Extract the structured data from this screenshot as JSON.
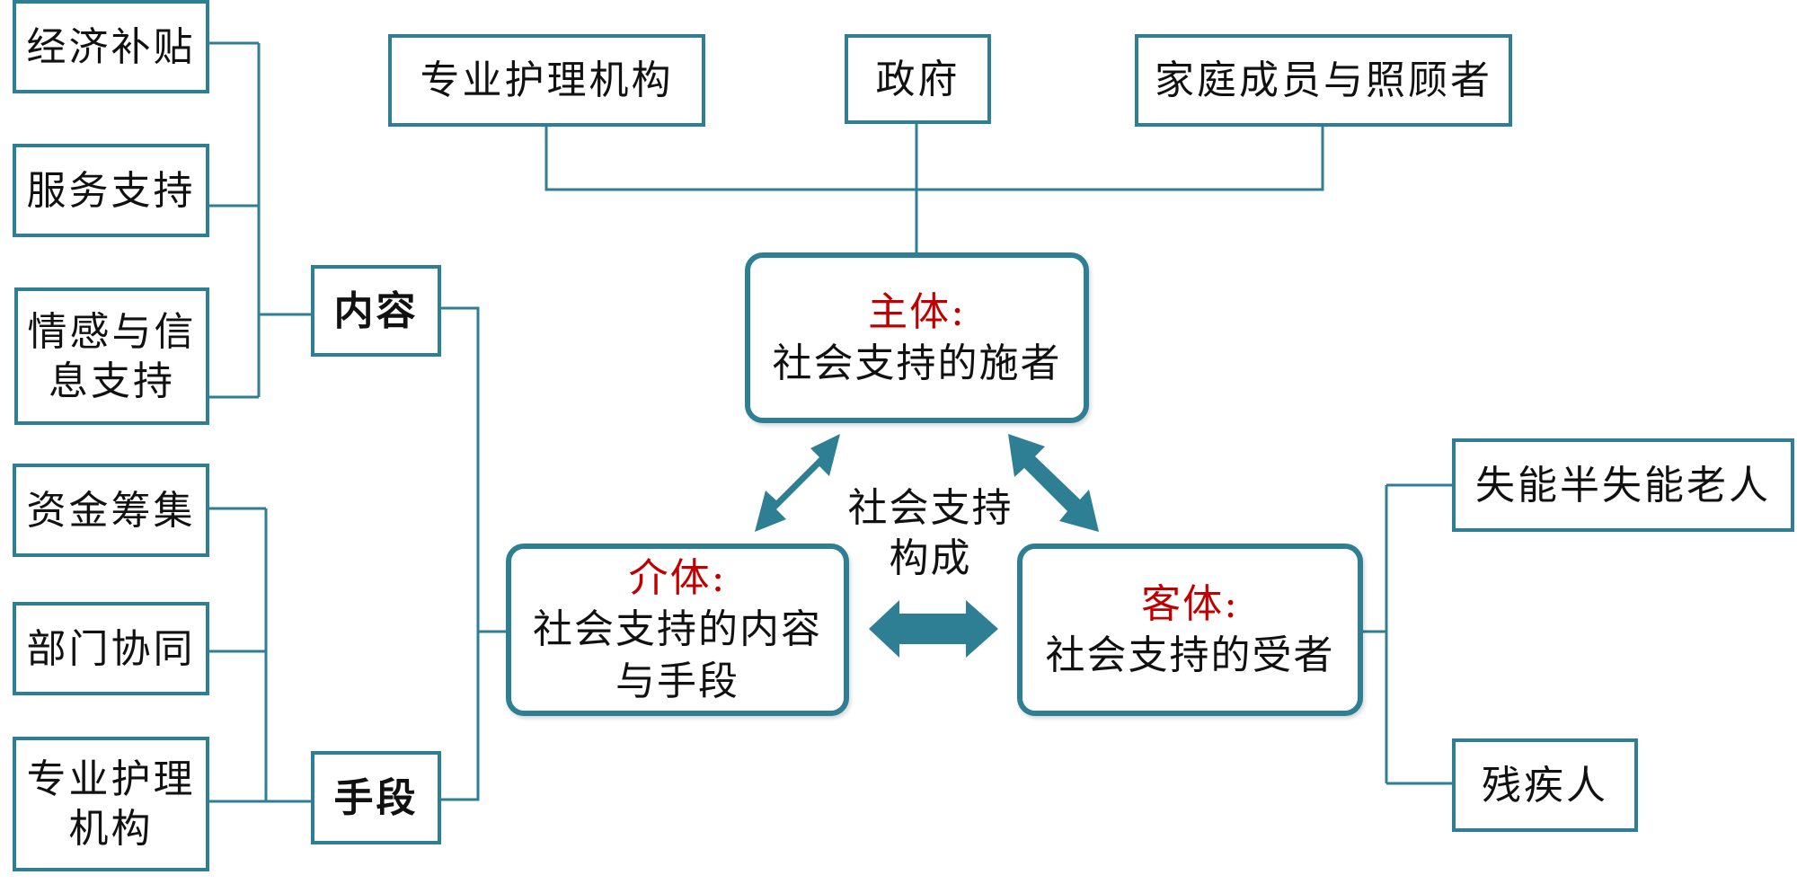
{
  "colors": {
    "line": "#2e7f93",
    "arrow": "#2e7f93",
    "accent_red": "#c00000"
  },
  "top_nodes": {
    "professional_institutions": "专业护理机构",
    "government": "政府",
    "family": "家庭成员与照顾者"
  },
  "center": {
    "subject_title": "主体:",
    "subject_text": "社会支持的施者",
    "medium_title": "介体:",
    "medium_text": "社会支持的内容\n与手段",
    "object_title": "客体:",
    "object_text": "社会支持的受者",
    "composition_label": "社会支持\n构成"
  },
  "content": {
    "label": "内容",
    "items": [
      "经济补贴",
      "服务支持",
      "情感与信\n息支持"
    ]
  },
  "means": {
    "label": "手段",
    "items": [
      "资金筹集",
      "部门协同",
      "专业护理\n机构"
    ]
  },
  "recipients": [
    "失能半失能老人",
    "残疾人"
  ]
}
